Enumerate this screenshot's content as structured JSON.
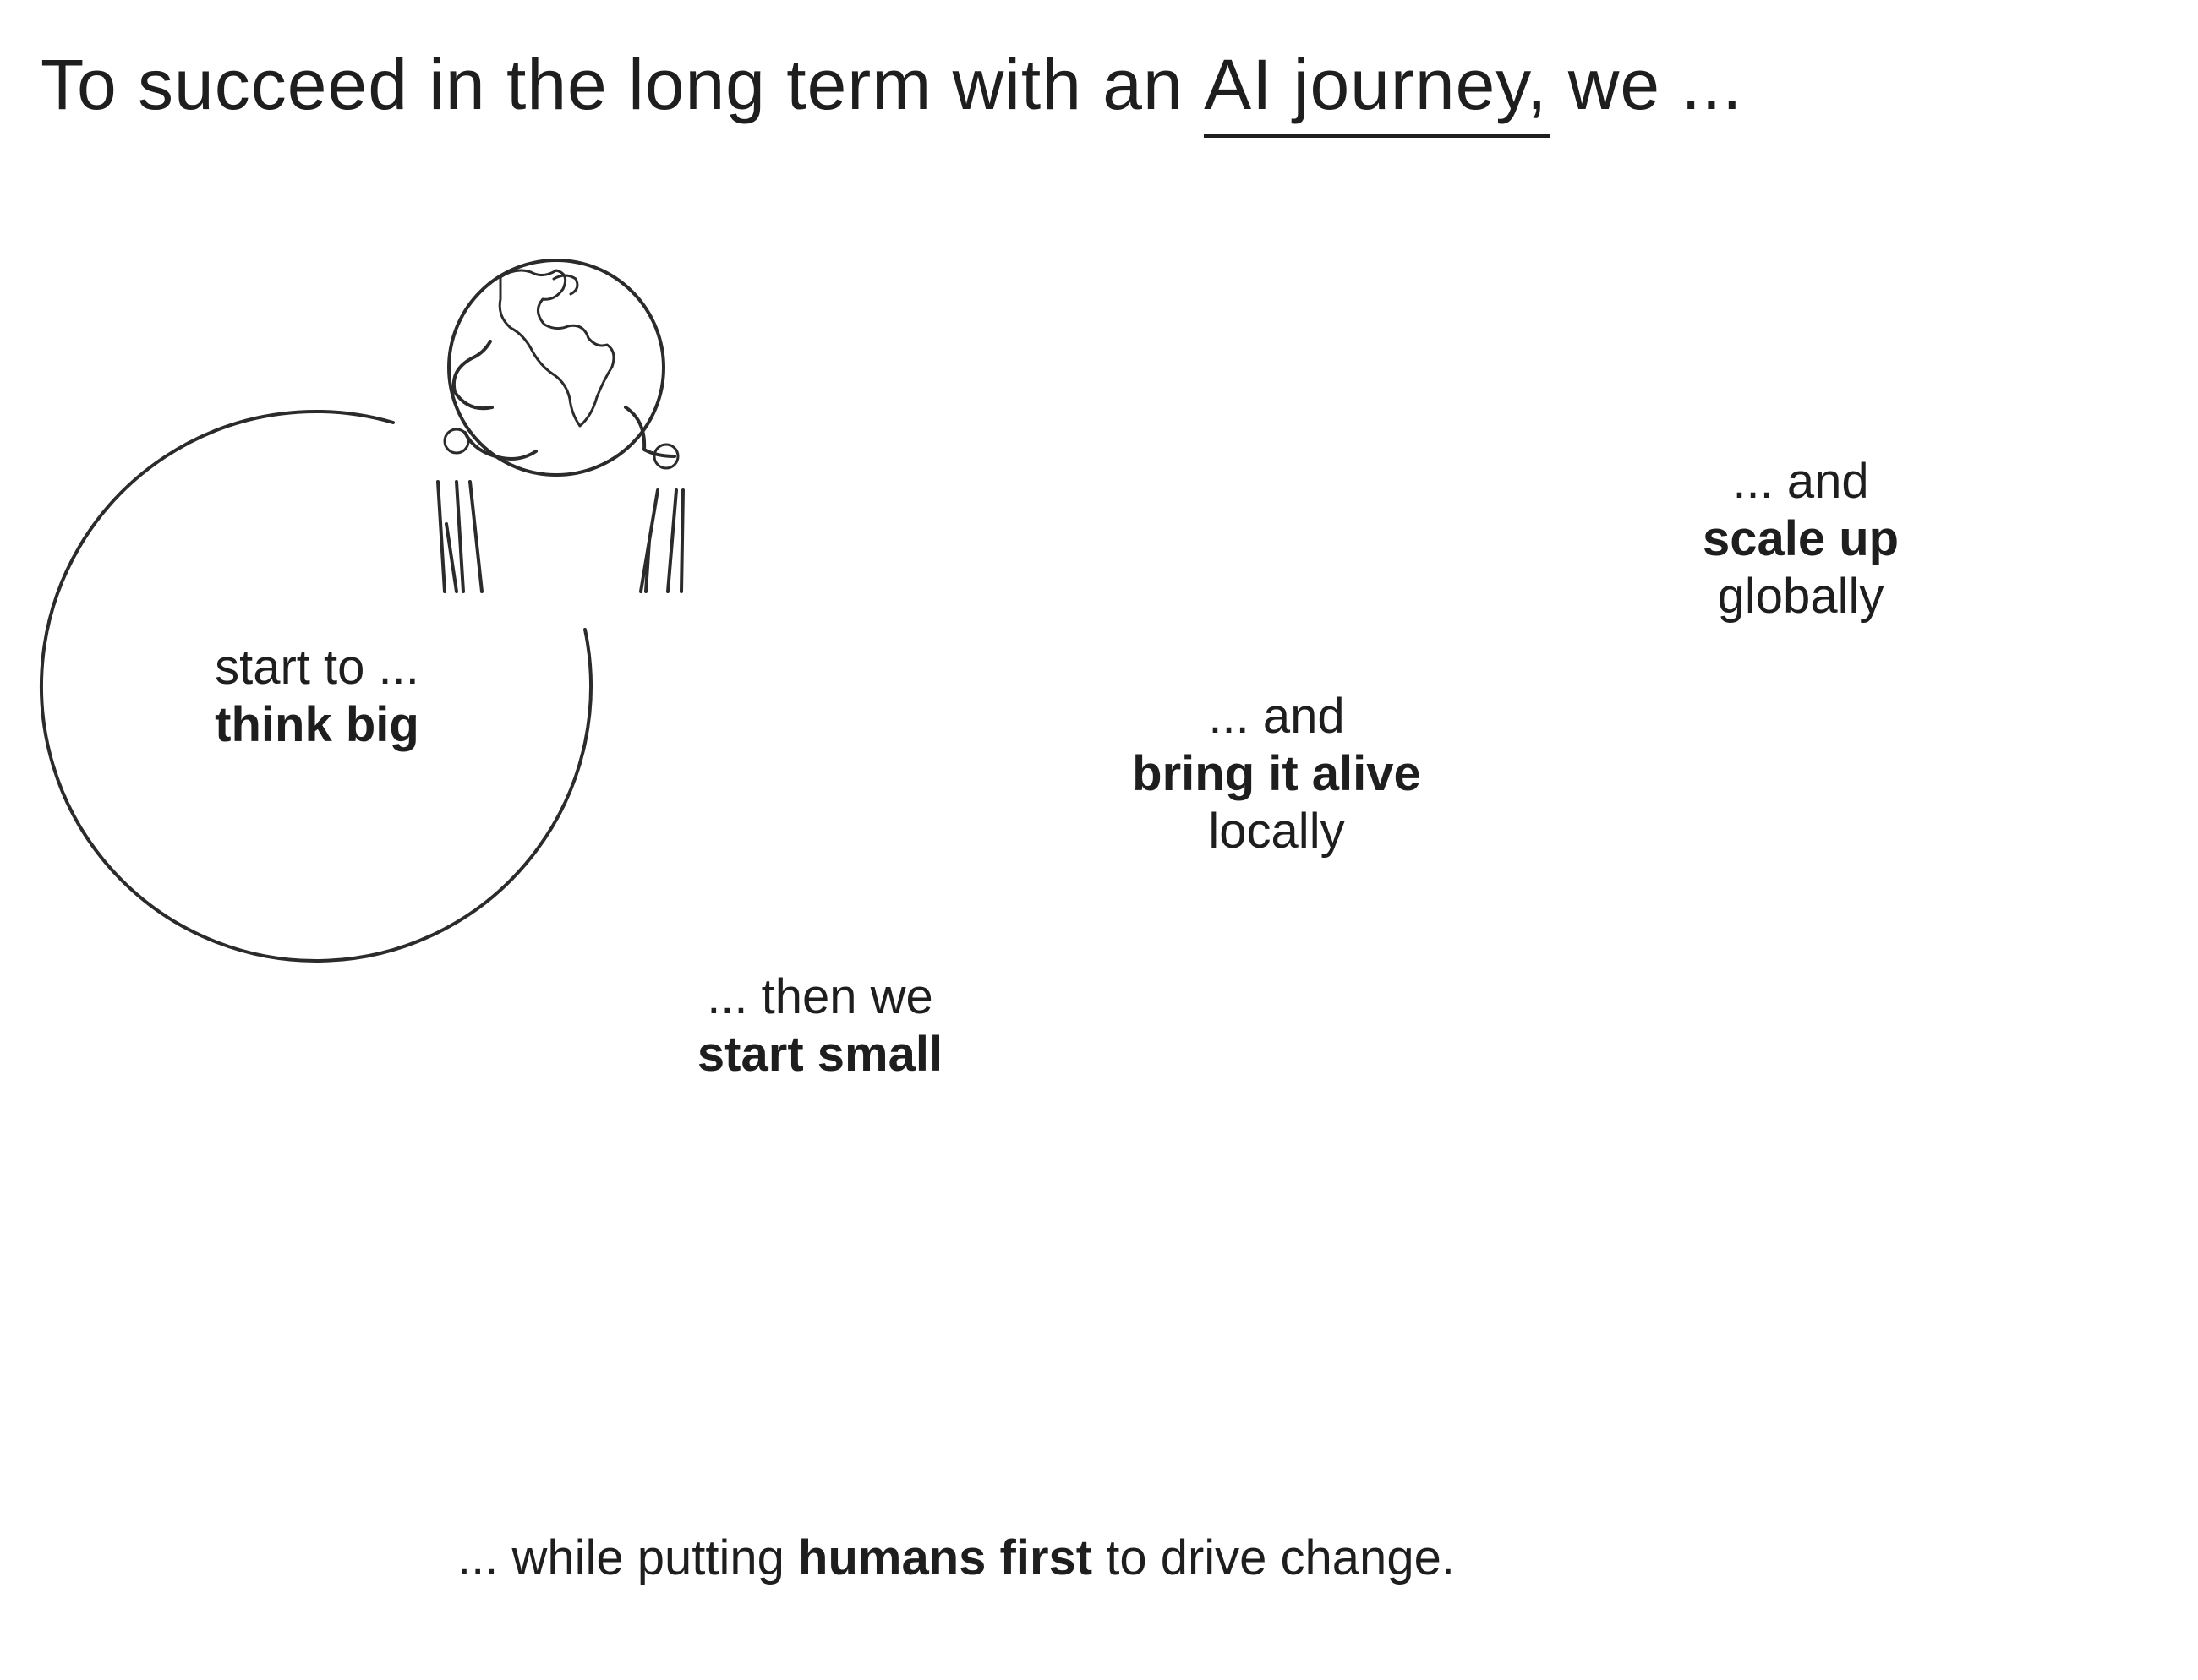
{
  "title": {
    "prefix": "To succeed in the long term with an",
    "highlight": "AI journey,",
    "suffix": "we ..."
  },
  "steps": [
    {
      "line1": "start to ...",
      "bold": "think big",
      "line3": ""
    },
    {
      "line1": "... then we",
      "bold": "start small",
      "line3": ""
    },
    {
      "line1": "... and",
      "bold": "bring it alive",
      "line3": "locally"
    },
    {
      "line1": "... and",
      "bold": "scale up",
      "line3": "globally"
    }
  ],
  "footer": {
    "prefix": "... while putting",
    "bold": "humans first",
    "suffix": "to drive change."
  },
  "icons": [
    "globe-held-by-people-icon",
    "ruler-pencil-blueprint-icon",
    "crane-construction-icon",
    "world-factories-network-icon",
    "crowd-people-icon",
    "arrow-icon"
  ]
}
